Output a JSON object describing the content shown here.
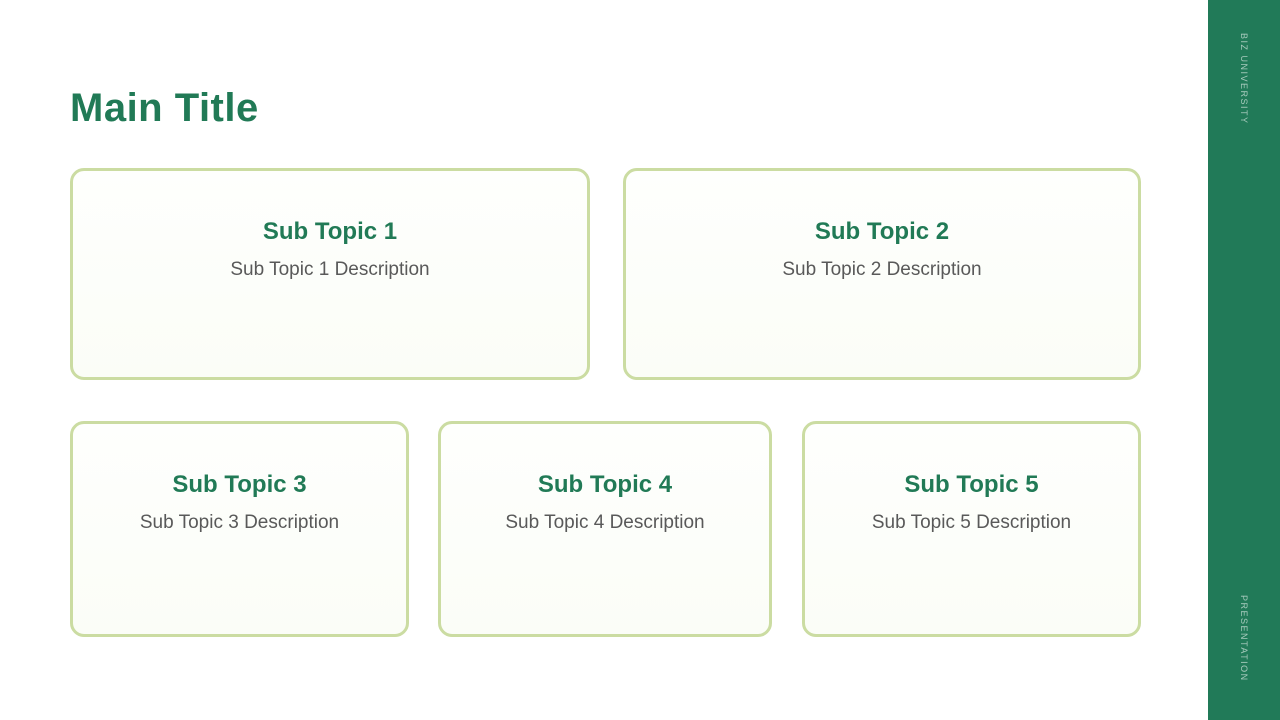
{
  "slide": {
    "title": "Main Title"
  },
  "sidebar": {
    "top_label": "BIZ UNIVERSITY",
    "bottom_label": "PRESENTATION"
  },
  "cards": [
    {
      "title": "Sub Topic 1",
      "description": "Sub Topic 1 Description"
    },
    {
      "title": "Sub Topic 2",
      "description": "Sub Topic 2 Description"
    },
    {
      "title": "Sub Topic 3",
      "description": "Sub Topic 3 Description"
    },
    {
      "title": "Sub Topic 4",
      "description": "Sub Topic 4 Description"
    },
    {
      "title": "Sub Topic 5",
      "description": "Sub Topic 5 Description"
    }
  ],
  "colors": {
    "accent_green": "#217a56",
    "sidebar_background": "#217a58",
    "card_border": "#cbdca2",
    "description_gray": "#595959",
    "slide_background": "#ffffff"
  }
}
